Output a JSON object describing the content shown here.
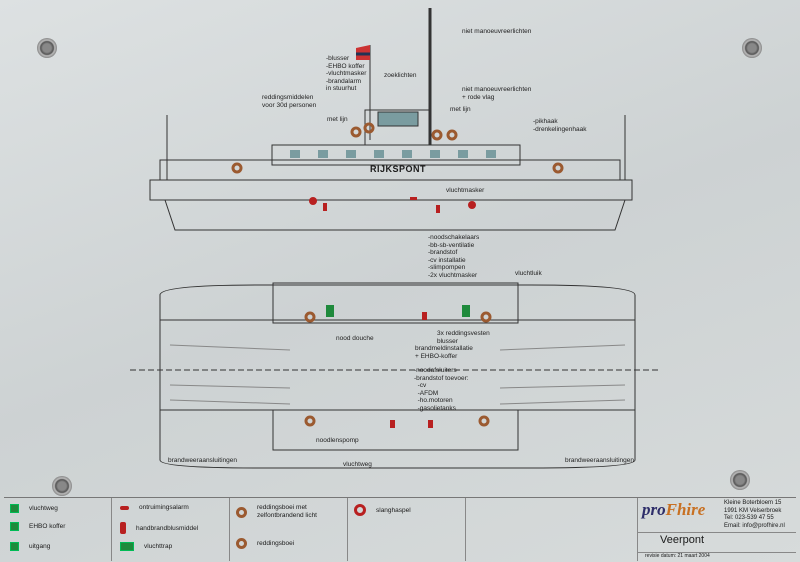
{
  "ship_name": "RIJKSPONT",
  "labels": {
    "nmv1": "niet manoeuvreerlichten",
    "bridge_list": "-blusser\n-EHBO koffer\n-vluchtmasker\n-brandalarm\nin stuurhut",
    "zoeklichten": "zoeklichten",
    "redding": "reddingsmiddelen\nvoor 30d personen",
    "nmv2": "niet manoeuvreerlichten\n+ rode vlag",
    "metlijn1": "met lijn",
    "metlijn2": "met lijn",
    "pikhaak": "-pikhaak\n-drenkelingenhaak",
    "vluchtmasker": "vluchtmasker",
    "engine_list": "-noodschakelaars\n-bb-sb-ventilatie\n-brandstof\n-cv installatie\n-slimpompen\n-2x vluchtmasker",
    "vluchtluik": "vluchtluik",
    "nooddouche": "nood douche",
    "vesten": "3x reddingsvesten\nblusser",
    "brandmeld": "brandmeldinstallatie\n+ EHBO-koffer",
    "afsluiters": "-noodafsluiters\n-brandstof toevoer:\n  -cv\n  -AFDM\n  -ho.motoren\n  -gasolietanks",
    "lenspomp": "noodlenspomp",
    "vluchtweg": "vluchtweg",
    "bw1": "brandweeraansluitingen",
    "bw2": "brandweeraansluitingen"
  },
  "legend": {
    "vluchtweg": "vluchtweg",
    "ehbo": "EHBO koffer",
    "uitgang": "uitgang",
    "ontruimingsalarm": "ontruimingsalarm",
    "handbrandblus": "handbrandblusmiddel",
    "vluchttrap": "vluchttrap",
    "boei_licht": "reddingsboei met\nzelfontbrandend licht",
    "boei": "reddingsboei",
    "slanghaspel": "slanghaspel"
  },
  "company": {
    "logo_a": "pro",
    "logo_b": "Fhire",
    "address": "Kleine Boterbloem 15\n1991 KM Velserbroek\nTel: 023-539 47 55\nEmail: info@profhire.nl",
    "title": "Veerpont",
    "revision": "revisie datum:  21 maart 2004"
  }
}
